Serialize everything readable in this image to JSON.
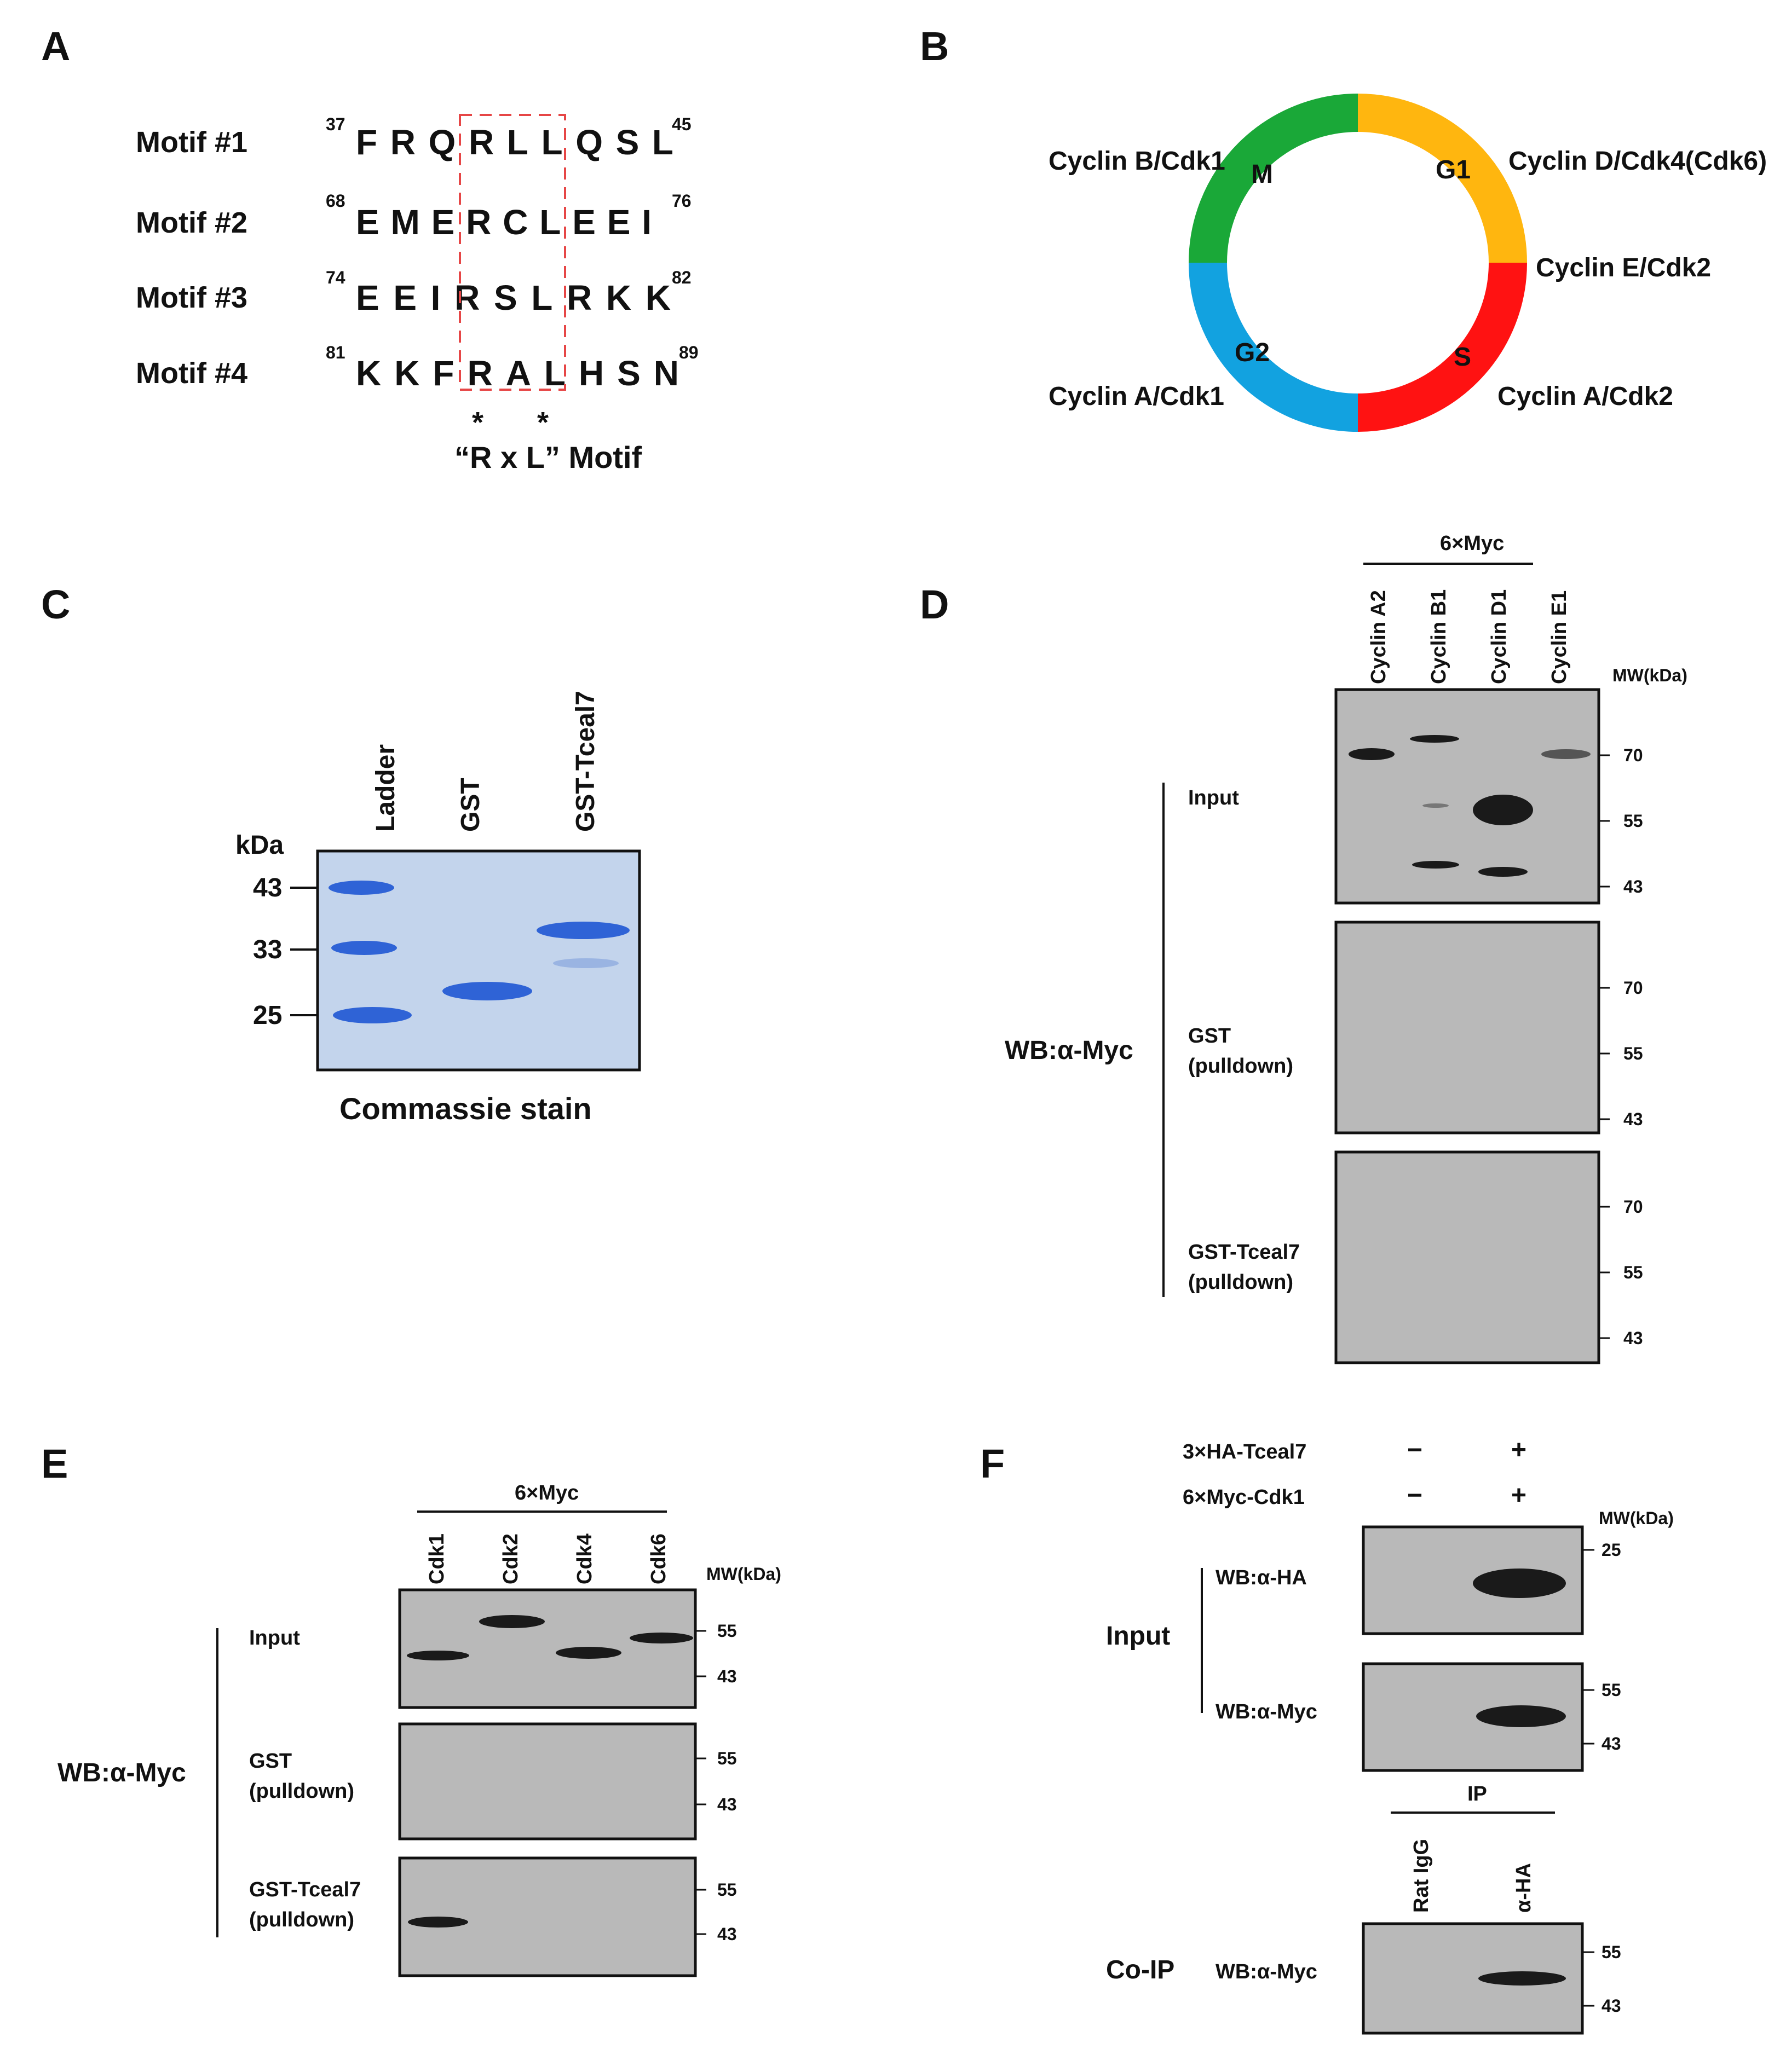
{
  "panels": {
    "A": "A",
    "B": "B",
    "C": "C",
    "D": "D",
    "E": "E",
    "F": "F"
  },
  "panelA": {
    "motifs": [
      {
        "label": "Motif #1",
        "start": "37",
        "seq": "FRQRLLQSL",
        "end": "45"
      },
      {
        "label": "Motif #2",
        "start": "68",
        "seq": "EMERCLEEI",
        "end": "76"
      },
      {
        "label": "Motif #3",
        "start": "74",
        "seq": "EEIRSLRKK",
        "end": "82"
      },
      {
        "label": "Motif #4",
        "start": "81",
        "seq": "KKFRALHSN",
        "end": "89"
      }
    ],
    "stars": "*   *",
    "motif_caption": "“R x L” Motif"
  },
  "panelB": {
    "phases": {
      "M": "M",
      "G1": "G1",
      "S": "S",
      "G2": "G2"
    },
    "colors": {
      "M": "#1aa838",
      "G1": "#ffb60f",
      "S": "#ff1212",
      "G2": "#12a2e0"
    },
    "labels": {
      "cyclin_b_cdk1": "Cyclin B/Cdk1",
      "cyclin_d": "Cyclin D/Cdk4(Cdk6)",
      "cyclin_e": "Cyclin E/Cdk2",
      "cyclin_a_cdk1": "Cyclin A/Cdk1",
      "cyclin_a_cdk2": "Cyclin A/Cdk2"
    }
  },
  "panelC": {
    "lanes": [
      "Ladder",
      "GST",
      "GST-Tceal7"
    ],
    "unit": "kDa",
    "markers": [
      "43",
      "33",
      "25"
    ],
    "caption": "Commassie stain",
    "gel_color": "#c3d4ec",
    "band_color": "#2f63d6"
  },
  "panelD": {
    "tag": "6×Myc",
    "lanes": [
      "Cyclin A2",
      "Cyclin B1",
      "Cyclin D1",
      "Cyclin E1"
    ],
    "mw_title": "MW(kDa)",
    "rows": [
      {
        "label1": "Input",
        "label2": "",
        "markers": [
          "70",
          "55",
          "43"
        ]
      },
      {
        "label1": "GST",
        "label2": "(pulldown)",
        "markers": [
          "70",
          "55",
          "43"
        ]
      },
      {
        "label1": "GST-Tceal7",
        "label2": "(pulldown)",
        "markers": [
          "70",
          "55",
          "43"
        ]
      }
    ],
    "wb": "WB:α-Myc"
  },
  "panelE": {
    "tag": "6×Myc",
    "lanes": [
      "Cdk1",
      "Cdk2",
      "Cdk4",
      "Cdk6"
    ],
    "mw_title": "MW(kDa)",
    "rows": [
      {
        "label1": "Input",
        "label2": "",
        "markers": [
          "55",
          "43"
        ]
      },
      {
        "label1": "GST",
        "label2": "(pulldown)",
        "markers": [
          "55",
          "43"
        ]
      },
      {
        "label1": "GST-Tceal7",
        "label2": "(pulldown)",
        "markers": [
          "55",
          "43"
        ]
      }
    ],
    "wb": "WB:α-Myc"
  },
  "panelF": {
    "row1": {
      "label": "3×HA-Tceal7",
      "v1": "−",
      "v2": "+"
    },
    "row2": {
      "label": "6×Myc-Cdk1",
      "v1": "−",
      "v2": "+"
    },
    "mw_title": "MW(kDa)",
    "input": "Input",
    "wb_ha": "WB:α-HA",
    "wb_myc": "WB:α-Myc",
    "ha_marker": "25",
    "myc_markers": [
      "55",
      "43"
    ],
    "ip": "IP",
    "ip_lanes": [
      "Rat IgG",
      "α-HA"
    ],
    "coip": "Co-IP",
    "coip_wb": "WB:α-Myc",
    "coip_markers": [
      "55",
      "43"
    ]
  }
}
